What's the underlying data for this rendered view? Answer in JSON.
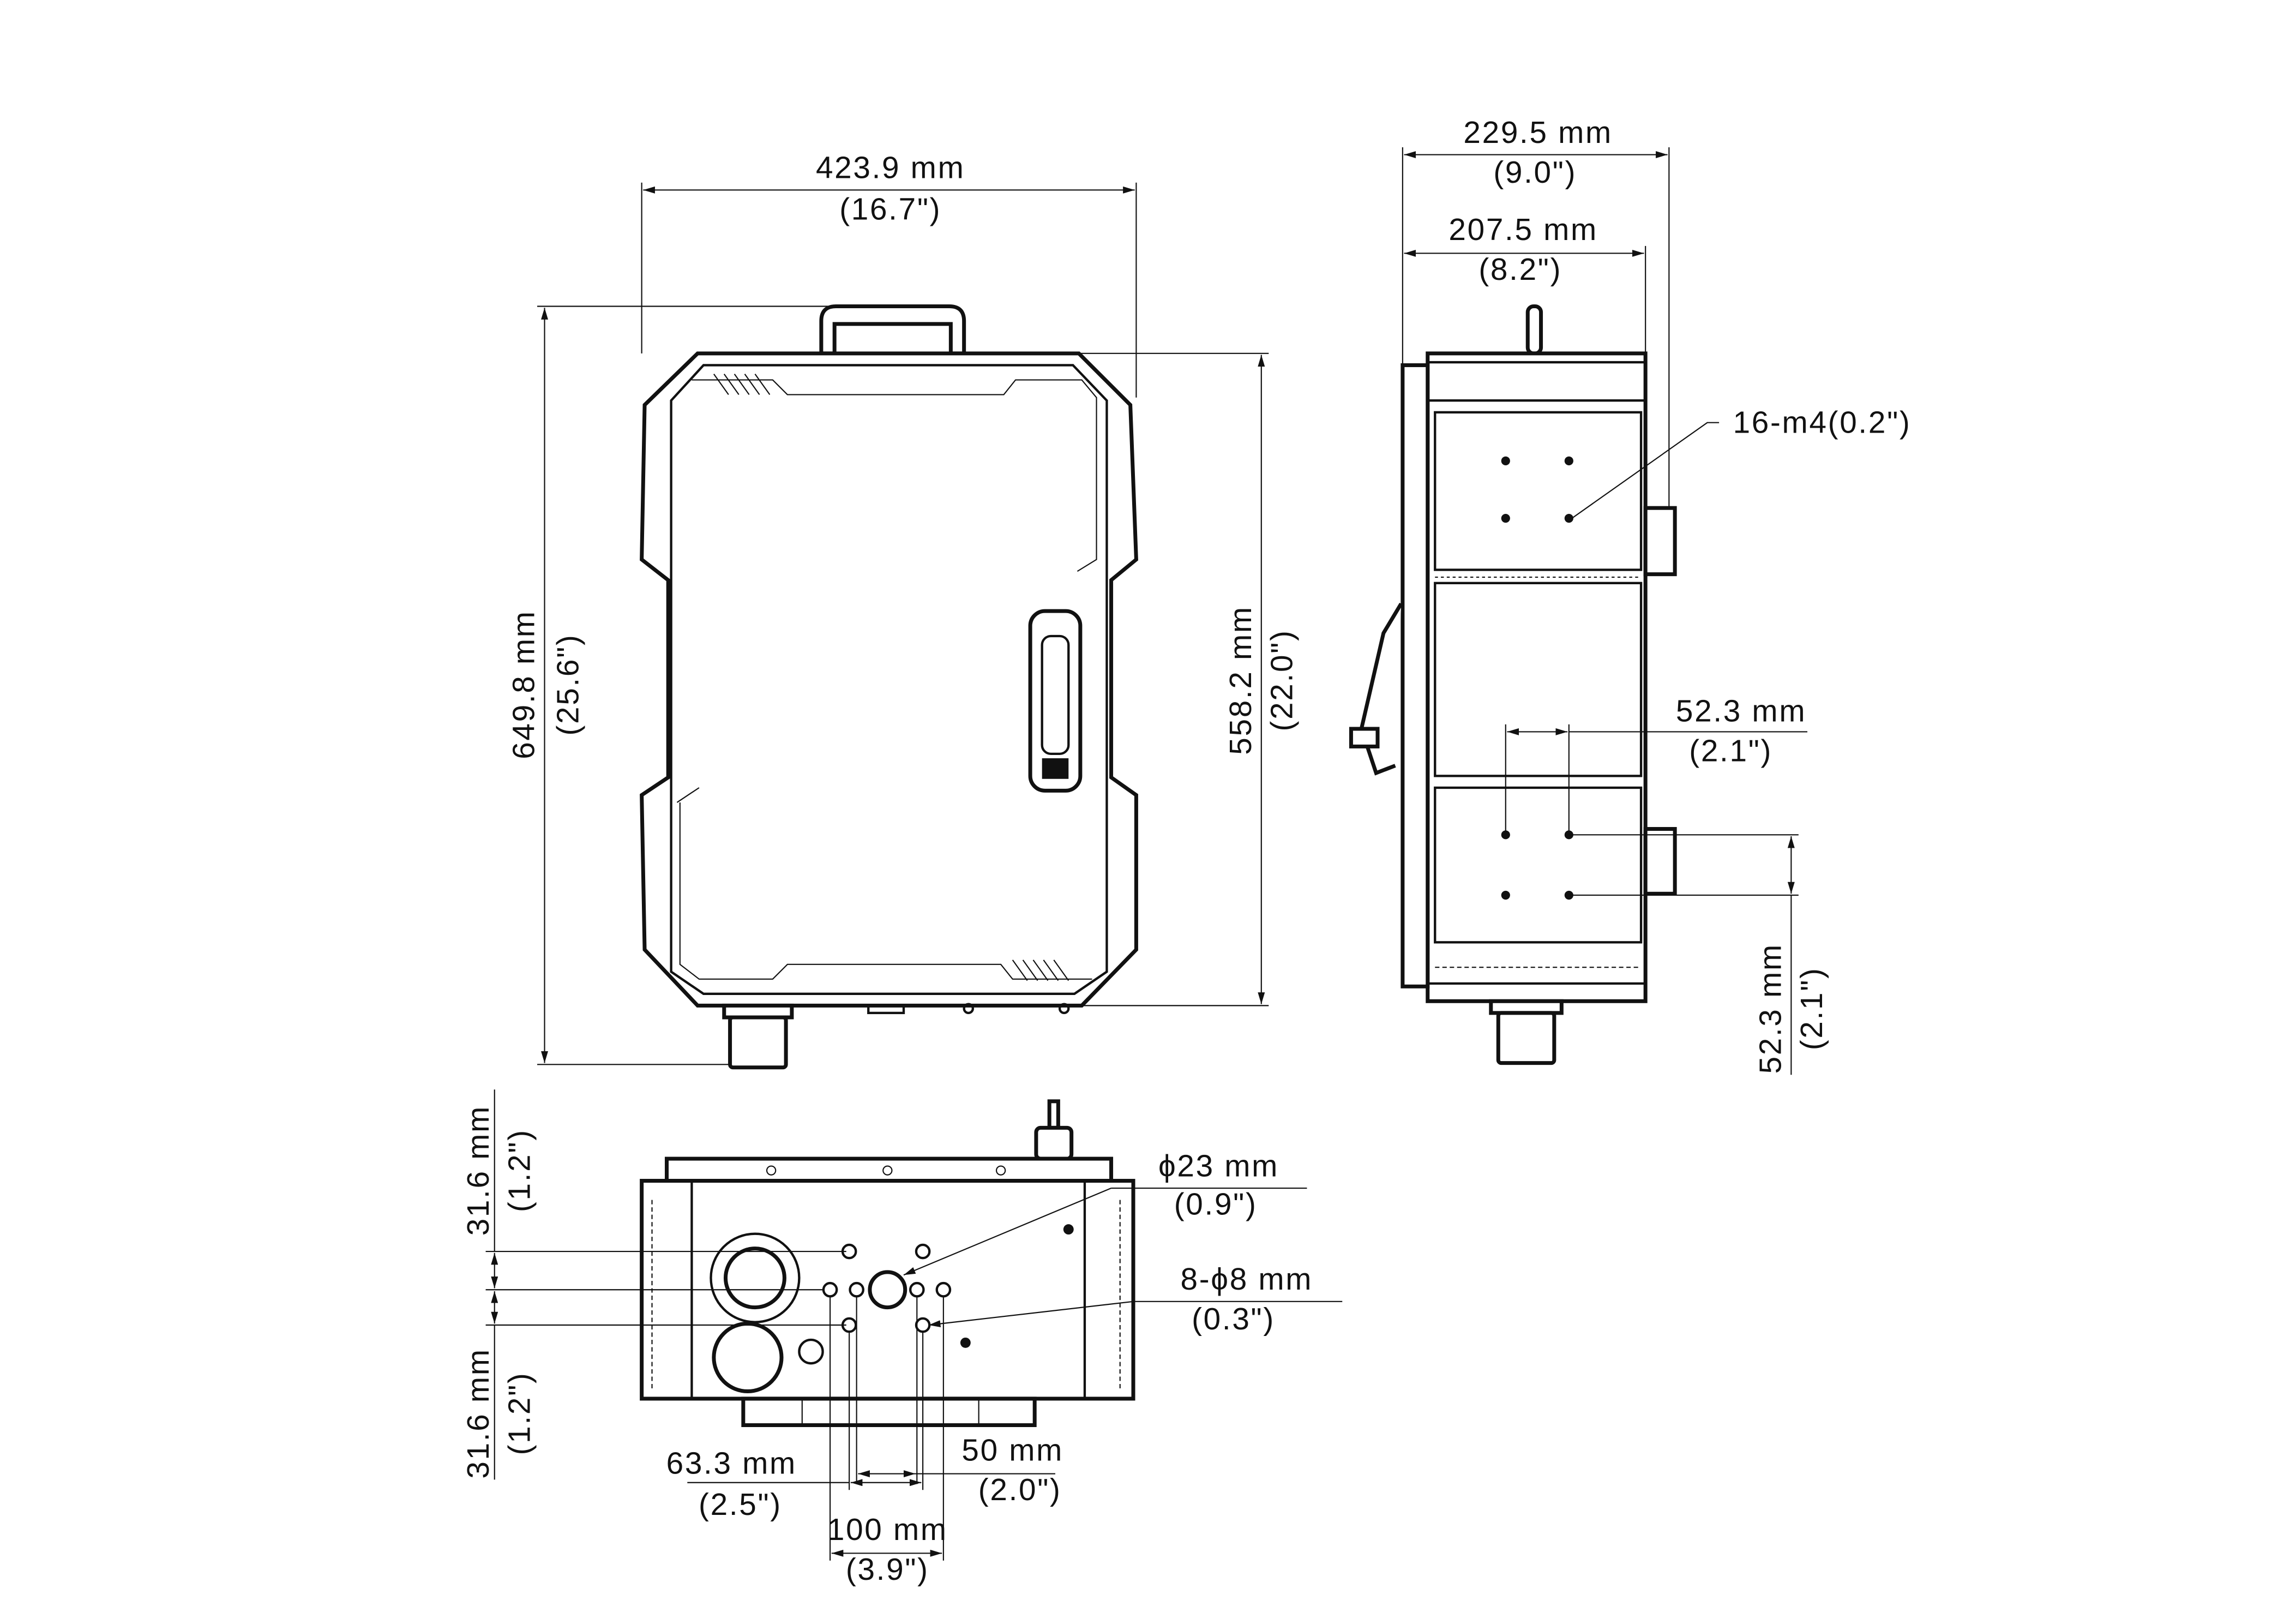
{
  "front_view": {
    "width_mm": "423.9 mm",
    "width_in": "(16.7\")",
    "height_total_mm": "649.8 mm",
    "height_total_in": "(25.6\")",
    "height_body_mm": "558.2 mm",
    "height_body_in": "(22.0\")"
  },
  "side_view": {
    "depth_total_mm": "229.5 mm",
    "depth_total_in": "(9.0\")",
    "depth_body_mm": "207.5 mm",
    "depth_body_in": "(8.2\")",
    "thread_callout": "16-m4(0.2\")",
    "hole_spacing_h_mm": "52.3 mm",
    "hole_spacing_h_in": "(2.1\")",
    "hole_spacing_v_mm": "52.3 mm",
    "hole_spacing_v_in": "(2.1\")"
  },
  "bottom_view": {
    "spacing_top_mm": "31.6 mm",
    "spacing_top_in": "(1.2\")",
    "spacing_bottom_mm": "31.6 mm",
    "spacing_bottom_in": "(1.2\")",
    "center_hole_mm": "ϕ23 mm",
    "center_hole_in": "(0.9\")",
    "mount_holes_mm": "8-ϕ8 mm",
    "mount_holes_in": "(0.3\")",
    "spacing_63_mm": "63.3 mm",
    "spacing_63_in": "(2.5\")",
    "spacing_50_mm": "50 mm",
    "spacing_50_in": "(2.0\")",
    "spacing_100_mm": "100 mm",
    "spacing_100_in": "(3.9\")"
  }
}
